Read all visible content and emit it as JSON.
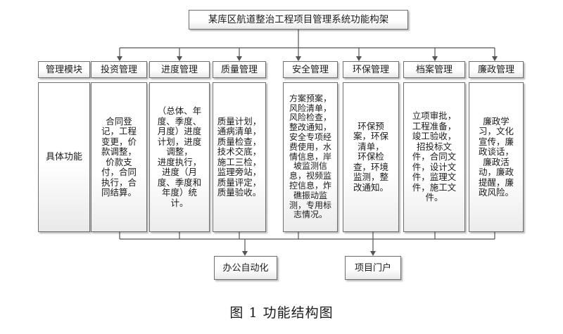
{
  "title": "某库区航道整治工程项目管理系统功能构架",
  "row_label_module": "管理模块",
  "row_label_function": "具体功能",
  "modules": [
    {
      "name": "投资管理",
      "functions": "合同登\n记，工程\n变更，价\n款调整，\n价款支\n付，合同\n执行，合\n同结算。"
    },
    {
      "name": "进度管理",
      "functions": "（总体、年\n度、季度、\n月度）进度\n计划，进度\n调整，\n进度执行，\n进度（月\n度、季度和\n年度）统\n计。"
    },
    {
      "name": "质量管理",
      "functions": "质量计划，\n通病清单，\n质量检查，\n技术交底，\n施工三检，\n监理旁站，\n质量评定，\n质量验收。"
    },
    {
      "name": "安全管理",
      "functions": "方案预案，\n风险清单，\n风险检查，\n整改通知，\n安全专项经\n费使用，水\n情信息，岸\n坡监测信\n息，视频监\n控信息，炸\n礁振动监\n测，专用标\n志情况。"
    },
    {
      "name": "环保管理",
      "functions": "环保预\n案，环保\n清单，\n环保检\n查，环境\n监测，整\n改通知。"
    },
    {
      "name": "档案管理",
      "functions": "立项审批，\n工程准备，\n竣工验收，\n招投标文\n件，合同文\n件，设计文\n件，监理文\n件，施工文\n件。"
    },
    {
      "name": "廉政管理",
      "functions": "廉政学\n习，文化\n宣传，廉\n政谈话，\n廉政活\n动，廉政\n提醒，廉\n政风险。"
    }
  ],
  "bottom_boxes": [
    "办公自动化",
    "项目门户"
  ],
  "caption": "图 1 功能结构图"
}
